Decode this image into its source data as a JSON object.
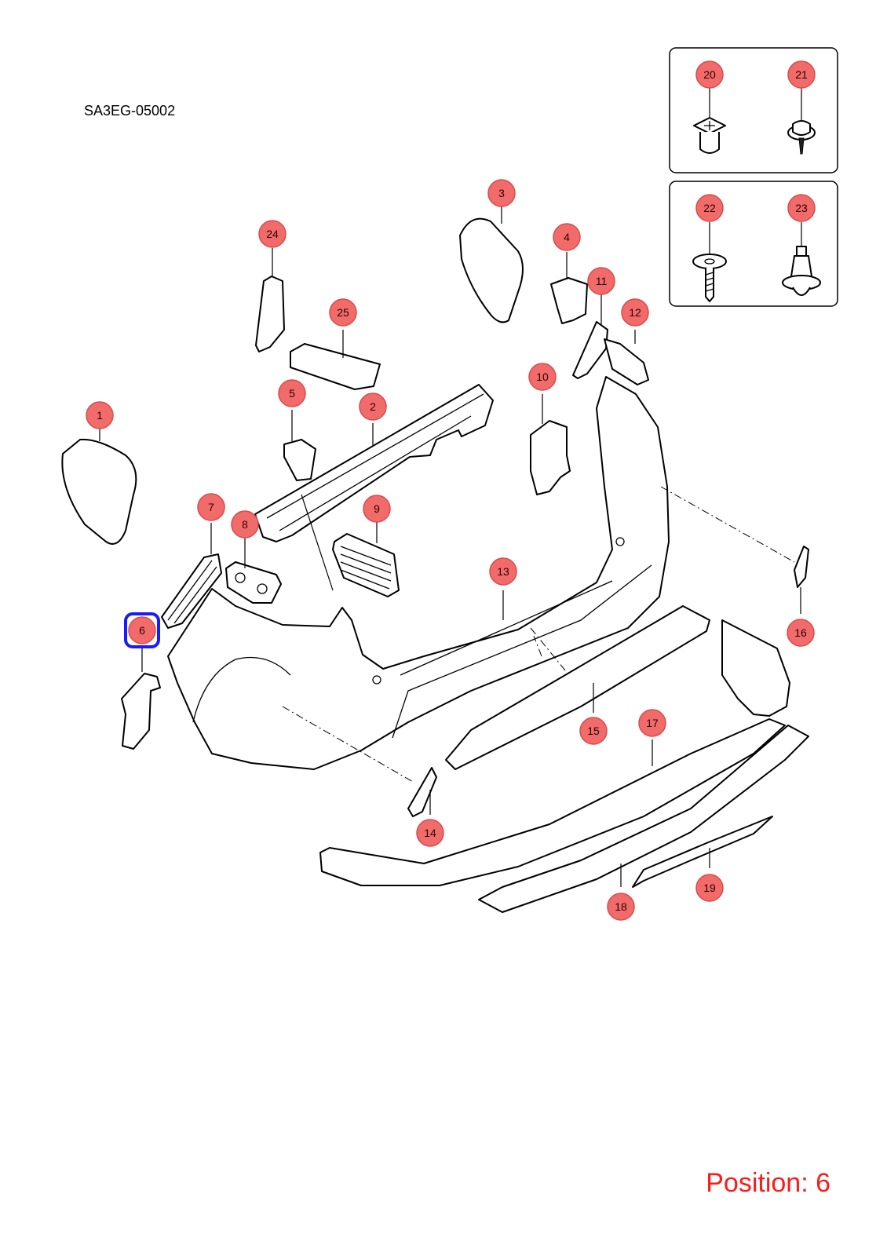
{
  "diagram": {
    "reference_code": "SA3EG-05002",
    "position_label": "Position: 6",
    "selected_position": "6",
    "callout_fill": "#f26b6b",
    "callout_stroke": "#d94b4b",
    "highlight_color": "#1a1aff",
    "label_color": "#ff1a1a",
    "callouts": [
      {
        "id": "c1",
        "label": "1"
      },
      {
        "id": "c2",
        "label": "2"
      },
      {
        "id": "c3",
        "label": "3"
      },
      {
        "id": "c4",
        "label": "4"
      },
      {
        "id": "c5",
        "label": "5"
      },
      {
        "id": "c6",
        "label": "6"
      },
      {
        "id": "c7",
        "label": "7"
      },
      {
        "id": "c8",
        "label": "8"
      },
      {
        "id": "c9",
        "label": "9"
      },
      {
        "id": "c10",
        "label": "10"
      },
      {
        "id": "c11",
        "label": "11"
      },
      {
        "id": "c12",
        "label": "12"
      },
      {
        "id": "c13",
        "label": "13"
      },
      {
        "id": "c14",
        "label": "14"
      },
      {
        "id": "c15",
        "label": "15"
      },
      {
        "id": "c16",
        "label": "16"
      },
      {
        "id": "c17",
        "label": "17"
      },
      {
        "id": "c18",
        "label": "18"
      },
      {
        "id": "c19",
        "label": "19"
      },
      {
        "id": "c20",
        "label": "20"
      },
      {
        "id": "c21",
        "label": "21"
      },
      {
        "id": "c22",
        "label": "22"
      },
      {
        "id": "c23",
        "label": "23"
      },
      {
        "id": "c24",
        "label": "24"
      },
      {
        "id": "c25",
        "label": "25"
      }
    ]
  }
}
